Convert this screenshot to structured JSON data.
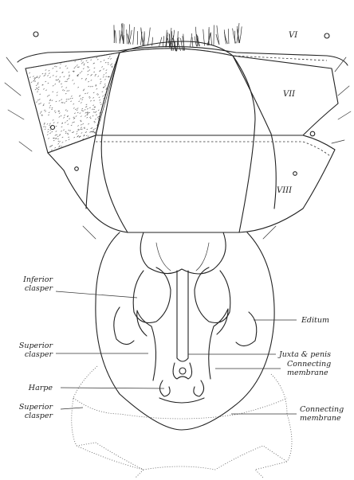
{
  "segments": {
    "vi": "VI",
    "vii": "VII",
    "viii": "VIII"
  },
  "labels": {
    "inferior_clasper": [
      "Inferior",
      "clasper"
    ],
    "superior_clasper_1": [
      "Superior",
      "clasper"
    ],
    "harpe": [
      "Harpe"
    ],
    "superior_clasper_2": [
      "Superior",
      "clasper"
    ],
    "editum": [
      "Editum"
    ],
    "juxta_penis": [
      "Juxta & penis"
    ],
    "connecting_membrane_1": [
      "Connecting",
      "membrane"
    ],
    "connecting_membrane_2": [
      "Connecting",
      "membrane"
    ]
  }
}
